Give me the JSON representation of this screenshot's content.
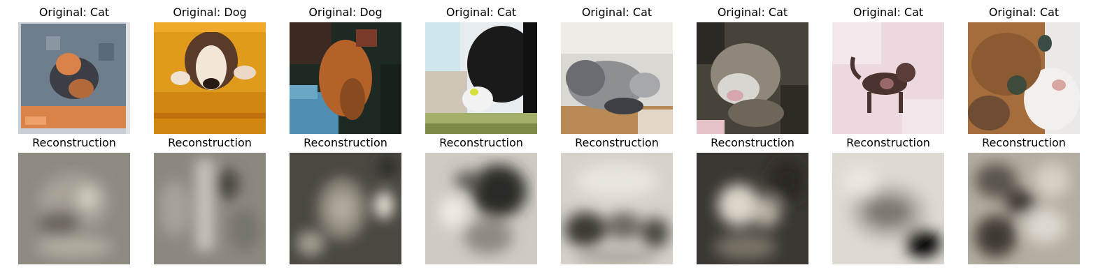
{
  "figure": {
    "columns": [
      {
        "original_title": "Original: Cat",
        "reconstruction_title": "Reconstruction",
        "original_image": {
          "description": "pixelated photo of an orange and grey cat sitting on a framed grey background",
          "colors": [
            "#6f7f8e",
            "#d9824a",
            "#3b3f45",
            "#c6ccd2"
          ]
        },
        "reconstruction_image": {
          "description": "blurry grey-brown reconstruction with a light center blob",
          "colors": [
            "#9a958a",
            "#6a655c",
            "#c9c4b8"
          ]
        }
      },
      {
        "original_title": "Original: Dog",
        "reconstruction_title": "Reconstruction",
        "original_image": {
          "description": "pixelated photo of a bulldog lying on an orange wooden floor",
          "colors": [
            "#e09a1c",
            "#f2e6d8",
            "#5a3a28",
            "#c26f0e"
          ]
        },
        "reconstruction_image": {
          "description": "blurry grey reconstruction with a light vertical stripe and dark patch",
          "colors": [
            "#a09d94",
            "#5a5852",
            "#cfcac0"
          ]
        }
      },
      {
        "original_title": "Original: Dog",
        "reconstruction_title": "Reconstruction",
        "original_image": {
          "description": "pixelated photo of a brown dog with a blue background and dark surroundings",
          "colors": [
            "#3b2a22",
            "#b4622a",
            "#4f8fb4",
            "#1d2a24"
          ]
        },
        "reconstruction_image": {
          "description": "blurry dark reconstruction with a pale center and bright right spot",
          "colors": [
            "#4a4841",
            "#b1ab9e",
            "#e3ddd0"
          ]
        }
      },
      {
        "original_title": "Original: Cat",
        "reconstruction_title": "Reconstruction",
        "original_image": {
          "description": "pixelated photo of a black and white cat against a light background with green foliage",
          "colors": [
            "#e6ecef",
            "#1a1a1a",
            "#a4b06a",
            "#cfc6b8"
          ]
        },
        "reconstruction_image": {
          "description": "blurry light reconstruction with a dark upper-right blob",
          "colors": [
            "#d8d4cc",
            "#2b2a27",
            "#8f8a80"
          ]
        }
      },
      {
        "original_title": "Original: Cat",
        "reconstruction_title": "Reconstruction",
        "original_image": {
          "description": "pixelated photo of a grey cat lying on a wooden surface near a bright window",
          "colors": [
            "#d9d8d2",
            "#8e8f93",
            "#3e3f44",
            "#b88a55"
          ]
        },
        "reconstruction_image": {
          "description": "blurry light reconstruction with a dark lower band",
          "colors": [
            "#ddd9d1",
            "#3b3833",
            "#a6a094"
          ]
        }
      },
      {
        "original_title": "Original: Cat",
        "reconstruction_title": "Reconstruction",
        "original_image": {
          "description": "pixelated photo of a grey and white cat on a dark background",
          "colors": [
            "#47433b",
            "#d8d6d0",
            "#8f887a",
            "#d8a6ad"
          ]
        },
        "reconstruction_image": {
          "description": "blurry dark reconstruction with a pale central region",
          "colors": [
            "#2a2824",
            "#ddd7cb",
            "#7a7468"
          ]
        }
      },
      {
        "original_title": "Original: Cat",
        "reconstruction_title": "Reconstruction",
        "original_image": {
          "description": "pixelated photo of a small dark kitten standing on a pink background",
          "colors": [
            "#ecd9e0",
            "#4b3330",
            "#f5e8ec",
            "#9a6a6a"
          ]
        },
        "reconstruction_image": {
          "description": "blurry pale reconstruction with a dark center spot",
          "colors": [
            "#e6e2db",
            "#3e3a33",
            "#a8a296"
          ]
        }
      },
      {
        "original_title": "Original: Cat",
        "reconstruction_title": "Reconstruction",
        "original_image": {
          "description": "pixelated close-up of an orange-brown and white cat face",
          "colors": [
            "#a66d3c",
            "#ece8e5",
            "#3e4a3a",
            "#6e4d34"
          ]
        },
        "reconstruction_image": {
          "description": "blurry grey reconstruction with dark blobs on a light background",
          "colors": [
            "#d7d1c6",
            "#3c3730",
            "#8d867a"
          ]
        }
      }
    ]
  }
}
